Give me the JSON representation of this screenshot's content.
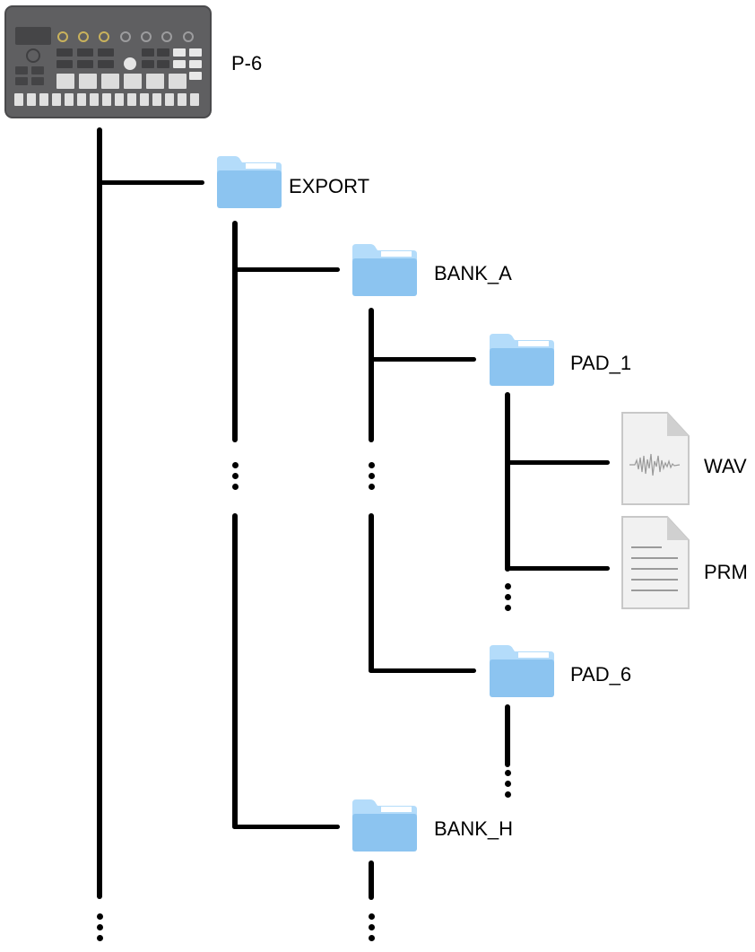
{
  "root": {
    "label": "P-6",
    "icon": "sampler-device-icon"
  },
  "folders": [
    {
      "id": "export",
      "label": "EXPORT",
      "icon": "folder-icon"
    },
    {
      "id": "bank-a",
      "label": "BANK_A",
      "icon": "folder-icon"
    },
    {
      "id": "pad-1",
      "label": "PAD_1",
      "icon": "folder-icon"
    },
    {
      "id": "pad-6",
      "label": "PAD_6",
      "icon": "folder-icon"
    },
    {
      "id": "bank-h",
      "label": "BANK_H",
      "icon": "folder-icon"
    }
  ],
  "files": [
    {
      "id": "wav",
      "label": "WAV",
      "icon": "waveform-file-icon"
    },
    {
      "id": "prm",
      "label": "PRM",
      "icon": "text-file-icon"
    }
  ],
  "colors": {
    "folder_front": "#8cc4f0",
    "folder_back": "#b4dcfa",
    "device_body": "#5f5f61",
    "knob": "#c9b25c",
    "line": "#000000"
  }
}
